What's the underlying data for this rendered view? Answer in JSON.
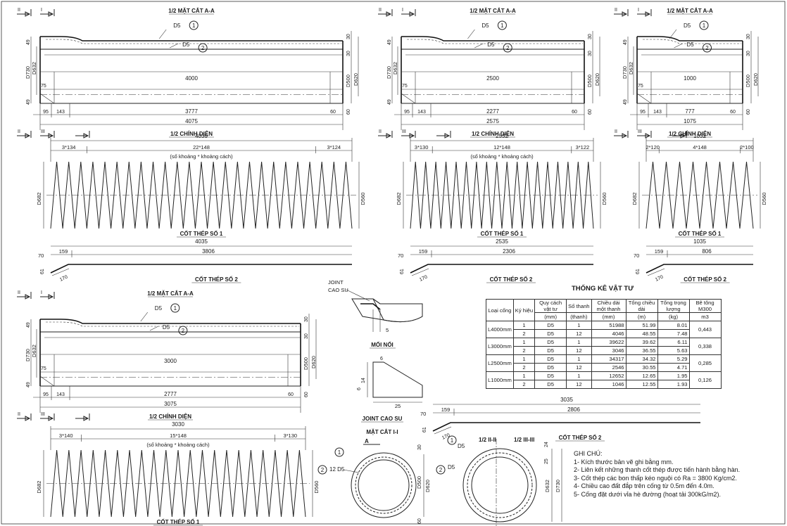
{
  "pipes": [
    {
      "id": "L4000",
      "section_title": "1/2 MẶT CẮT A-A",
      "elev_title": "1/2 CHÍNH DIỆN",
      "label_d5_1": "D5",
      "label_d5_2": "D5",
      "marker_1": "1",
      "marker_2": "2",
      "dim_49_top": "49",
      "dim_49_bot": "49",
      "dim_75": "75",
      "dim_d730": "D730",
      "dim_d632": "D632",
      "dim_30a": "30",
      "dim_30b": "30",
      "dim_d500": "D500",
      "dim_d620": "D620",
      "dim_60": "60",
      "len_inner": "4000",
      "dim_95": "95",
      "dim_143": "143",
      "len_mid": "3777",
      "dim_60b": "60",
      "len_total": "4075",
      "sec_II": "II",
      "sec_I": "I",
      "sec_III": "III"
    },
    {
      "id": "L2500",
      "section_title": "1/2 MẶT CẮT A-A",
      "elev_title": "1/2 CHÍNH DIỆN",
      "label_d5_1": "D5",
      "label_d5_2": "D5",
      "marker_1": "1",
      "marker_2": "2",
      "dim_49_top": "49",
      "dim_49_bot": "49",
      "dim_75": "75",
      "dim_d730": "D730",
      "dim_d632": "D632",
      "dim_30a": "30",
      "dim_30b": "30",
      "dim_d500": "D500",
      "dim_d620": "D620",
      "dim_60": "60",
      "len_inner": "2500",
      "dim_95": "95",
      "dim_143": "143",
      "len_mid": "2277",
      "dim_60b": "60",
      "len_total": "2575",
      "sec_II": "II",
      "sec_I": "I",
      "sec_III": "III"
    },
    {
      "id": "L1000",
      "section_title": "1/2 MẶT CẮT A-A",
      "elev_title": "1/2 CHÍNH DIỆN",
      "label_d5_1": "D5",
      "label_d5_2": "D5",
      "marker_1": "1",
      "marker_2": "2",
      "dim_49_top": "49",
      "dim_49_bot": "49",
      "dim_75": "75",
      "dim_d730": "D730",
      "dim_d632": "D632",
      "dim_30a": "30",
      "dim_30b": "30",
      "dim_d500": "D500",
      "dim_d620": "D620",
      "dim_60": "60",
      "len_inner": "1000",
      "dim_95": "95",
      "dim_143": "143",
      "len_mid": "777",
      "dim_60b": "60",
      "len_total": "1075",
      "sec_II": "II",
      "sec_I": "I",
      "sec_III": "III"
    },
    {
      "id": "L3000",
      "section_title": "1/2 MẶT CẮT A-A",
      "elev_title": "1/2 CHÍNH DIỆN",
      "label_d5_1": "D5",
      "label_d5_2": "D5",
      "marker_1": "1",
      "marker_2": "2",
      "dim_49_top": "49",
      "dim_49_bot": "49",
      "dim_75": "75",
      "dim_d730": "D730",
      "dim_d632": "D632",
      "dim_30a": "30",
      "dim_30b": "30",
      "dim_d500": "D500",
      "dim_d620": "D620",
      "dim_60": "60",
      "len_inner": "3000",
      "dim_95": "95",
      "dim_143": "143",
      "len_mid": "2777",
      "dim_60b": "60",
      "len_total": "3075",
      "sec_II": "II",
      "sec_I": "I",
      "sec_III": "III"
    }
  ],
  "spirals": [
    {
      "id": "S4000",
      "total": "4030",
      "seg_left": "3*134",
      "seg_mid": "22*148",
      "seg_right": "3*124",
      "note": "(số khoảng * khoảng cách)",
      "d_left": "D682",
      "d_right": "D560",
      "title": "CỐT THÉP SỐ 1",
      "coils": 25
    },
    {
      "id": "S2500",
      "total": "2532",
      "seg_left": "3*130",
      "seg_mid": "12*148",
      "seg_right": "3*122",
      "note": "(số khoảng * khoảng cách)",
      "d_left": "D682",
      "d_right": "D560",
      "title": "CỐT THÉP SỐ 1",
      "coils": 18
    },
    {
      "id": "S1000",
      "total": "1032",
      "seg_left": "2*120",
      "seg_mid": "4*148",
      "seg_right": "2*100",
      "note": "",
      "d_left": "D682",
      "d_right": "D560",
      "title": "CỐT THÉP SỐ 1",
      "coils": 8
    },
    {
      "id": "S3000",
      "total": "3030",
      "seg_left": "3*140",
      "seg_mid": "15*148",
      "seg_right": "3*130",
      "note": "(số khoảng * khoảng cách)",
      "d_left": "D682",
      "d_right": "D560",
      "title": "CỐT THÉP SỐ 1",
      "coils": 21
    }
  ],
  "bars": [
    {
      "id": "B4000",
      "total": "4035",
      "d159": "159",
      "len": "3806",
      "d70": "70",
      "d61": "61",
      "d170": "170",
      "title": "CỐT THÉP SỐ 2"
    },
    {
      "id": "B2500",
      "total": "2535",
      "d159": "159",
      "len": "2306",
      "d70": "70",
      "d61": "61",
      "d170": "170",
      "title": "CỐT THÉP SỐ 2"
    },
    {
      "id": "B1000",
      "total": "1035",
      "d159": "159",
      "len": "806",
      "d70": "70",
      "d61": "61",
      "d170": "170",
      "title": "CỐT THÉP SỐ 2"
    },
    {
      "id": "B3000",
      "total": "3035",
      "d159": "159",
      "len": "2806",
      "d70": "70",
      "d61": "61",
      "d170": "170",
      "title": "CỐT THÉP SỐ 2"
    }
  ],
  "joint": {
    "callout": "JOINT\nCAO SU",
    "callout_l1": "JOINT",
    "callout_l2": "CAO SU",
    "dim5": "5",
    "title": "MỐI NỐI",
    "d6": "6",
    "d14": "14",
    "d6b": "6",
    "d25": "25",
    "title2": "JOINT CAO SU"
  },
  "sections": {
    "s1": {
      "title": "MẶT CẮT I-I",
      "arrow": "A",
      "m1": "1",
      "m2": "2",
      "lbl_d5": "12 D5",
      "d30": "30",
      "d500": "D500",
      "d620": "D620",
      "d60": "60"
    },
    "s2": {
      "title_a": "1/2 II-II",
      "title_b": "1/2 III-III",
      "m1": "1",
      "m2": "2",
      "d5a": "D5",
      "d5b": "D5",
      "d24": "24",
      "d25": "25",
      "d632": "D632",
      "d730": "D730"
    }
  },
  "table": {
    "title": "THỐNG KÊ VẬT TƯ",
    "headers": [
      "Loại cống",
      "Ký hiệu",
      "Quy cách vật tư",
      "Số thanh",
      "Chiều dài một thanh",
      "Tổng chiều dài",
      "Tổng trọng lượng",
      "Bê tông M300"
    ],
    "units": [
      "(mm)",
      "(thanh)",
      "(mm)",
      "(m)",
      "(kg)",
      "m3"
    ],
    "rows": [
      {
        "type": "L4000mm",
        "concrete": "0,443",
        "items": [
          [
            "1",
            "D5",
            "1",
            "51988",
            "51.99",
            "8.01"
          ],
          [
            "2",
            "D5",
            "12",
            "4046",
            "48.55",
            "7.48"
          ]
        ]
      },
      {
        "type": "L3000mm",
        "concrete": "0,338",
        "items": [
          [
            "1",
            "D5",
            "1",
            "39622",
            "39.62",
            "6.11"
          ],
          [
            "2",
            "D5",
            "12",
            "3046",
            "36.55",
            "5.63"
          ]
        ]
      },
      {
        "type": "L2500mm",
        "concrete": "0,285",
        "items": [
          [
            "1",
            "D5",
            "1",
            "34317",
            "34.32",
            "5.29"
          ],
          [
            "2",
            "D5",
            "12",
            "2546",
            "30.55",
            "4.71"
          ]
        ]
      },
      {
        "type": "L1000mm",
        "concrete": "0,126",
        "items": [
          [
            "1",
            "D5",
            "1",
            "12652",
            "12.65",
            "1.95"
          ],
          [
            "2",
            "D5",
            "12",
            "1046",
            "12.55",
            "1.93"
          ]
        ]
      }
    ]
  },
  "notes": {
    "title": "GHI CHÚ:",
    "items": [
      "1- Kích thước bản vẽ ghi bằng mm.",
      "2- Liên kết những thanh cốt thép được tiến hành bằng hàn.",
      "3- Cốt thép các bon thấp kéo nguội có Ra = 3800 Kg/cm2.",
      "4- Chiều cao đất đắp trên cống từ 0.5m đến 4.0m.",
      "5- Cống đặt dưới vỉa hè đường (hoạt tải 300kG/m2)."
    ]
  }
}
